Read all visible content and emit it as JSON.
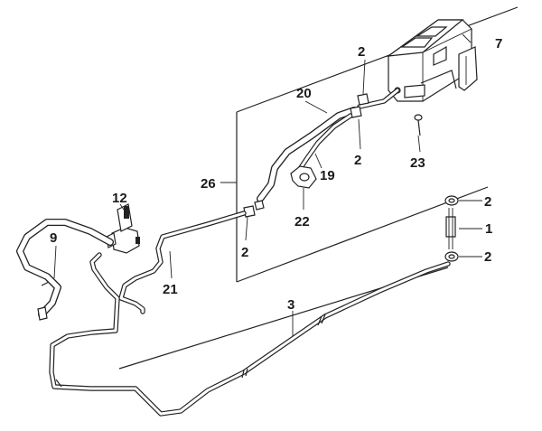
{
  "callouts": {
    "c1": "1",
    "c2a": "2",
    "c2b": "2",
    "c2c": "2",
    "c2d": "2",
    "c2e": "2",
    "c3": "3",
    "c7": "7",
    "c9": "9",
    "c12": "12",
    "c19": "19",
    "c20": "20",
    "c21": "21",
    "c22": "22",
    "c23": "23",
    "c26": "26"
  },
  "colors": {
    "ink": "#222222",
    "background": "#ffffff"
  }
}
